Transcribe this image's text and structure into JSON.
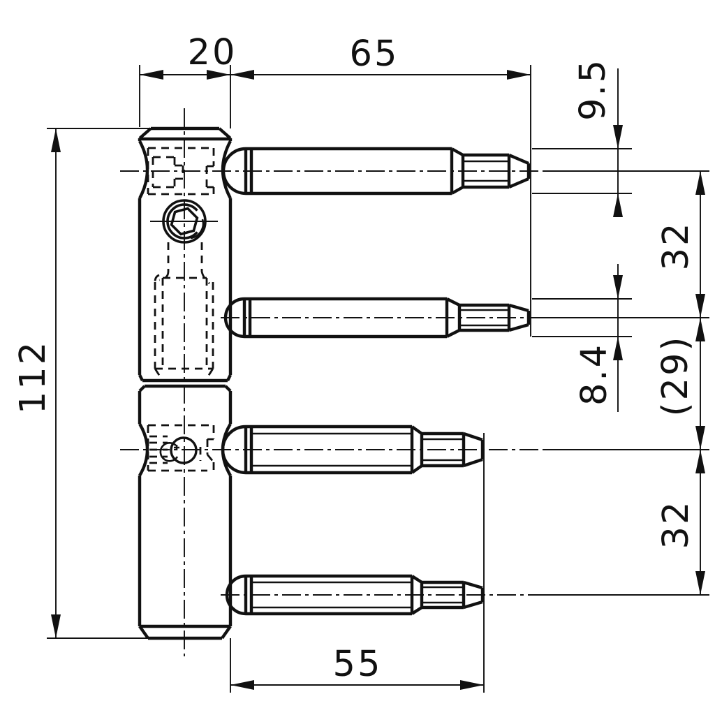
{
  "drawing": {
    "type": "technical-dimension-drawing",
    "subject": "door hinge frame part with four drill-in pins",
    "colors": {
      "line": "#111111",
      "background": "#ffffff"
    },
    "dimensions": {
      "body_width": "20",
      "pin_length_upper": "65",
      "top_offset": "9.5",
      "pin_pitch_upper": "32",
      "pin_diameter_mid": "8.4",
      "middle_gap": "(29)",
      "pin_pitch_lower": "32",
      "body_height": "112",
      "pin_length_lower": "55"
    }
  }
}
